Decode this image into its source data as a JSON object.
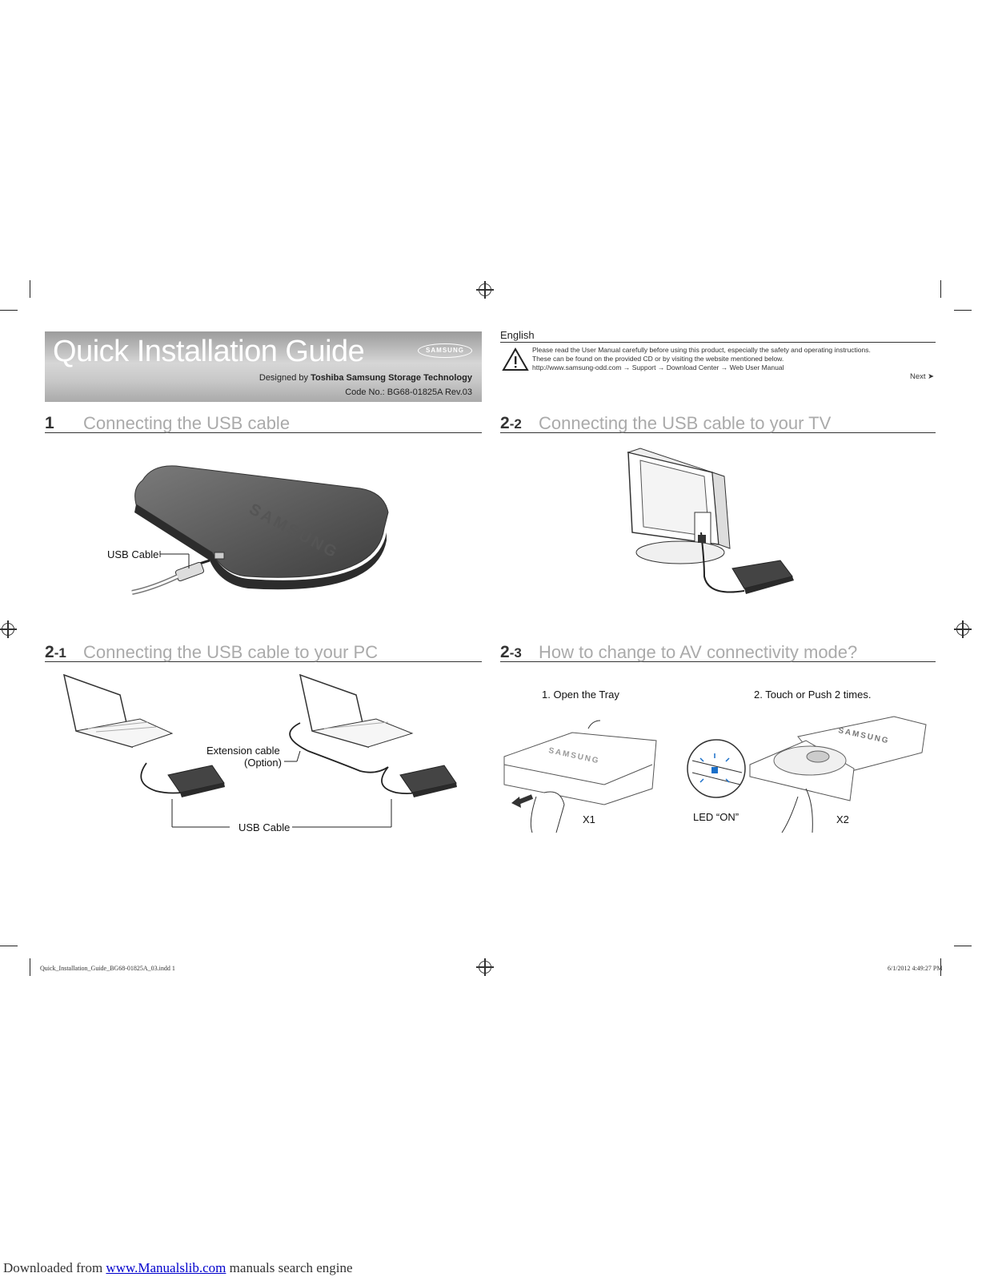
{
  "banner": {
    "title": "Quick Installation Guide",
    "logo": "SAMSUNG",
    "designed_by_prefix": "Designed by ",
    "designed_by_company": "Toshiba Samsung Storage Technology",
    "code": "Code No.: BG68-01825A Rev.03"
  },
  "notice": {
    "language": "English",
    "line1": "Please read the User Manual carefully before using this product, especially the safety and operating instructions.",
    "line2": "These can be found on the provided CD or by visiting the website mentioned below.",
    "line3": "http://www.samsung-odd.com → Support → Download Center → Web User Manual",
    "next": "Next ➤"
  },
  "sections": {
    "s1": {
      "num": "1",
      "title": "Connecting the USB cable"
    },
    "s21": {
      "num": "2",
      "sub": "-1",
      "title": "Connecting the USB cable to your PC"
    },
    "s22": {
      "num": "2",
      "sub": "-2",
      "title": "Connecting the USB cable to your TV"
    },
    "s23": {
      "num": "2",
      "sub": "-3",
      "title": "How to change to AV connectivity mode?"
    }
  },
  "labels": {
    "usb_cable": "USB Cable",
    "extension_cable": "Extension cable",
    "option": "(Option)",
    "usb_cable_pc": "USB Cable",
    "step1": "1. Open the Tray",
    "step2": "2. Touch or Push 2 times.",
    "x1": "X1",
    "x2": "X2",
    "led_on": "LED “ON”",
    "drive_logo": "SAMSUNG"
  },
  "footer": {
    "file": "Quick_Installation_Guide_BG68-01825A_03.indd   1",
    "date": "6/1/2012   4:49:27 PM",
    "downloaded": "Downloaded from ",
    "link": "www.Manualslib.com",
    "tail": "  manuals search engine"
  },
  "colors": {
    "banner_grey": "#b9b9b9",
    "title_grey": "#aaaaaa",
    "link_blue": "#0000cc"
  }
}
